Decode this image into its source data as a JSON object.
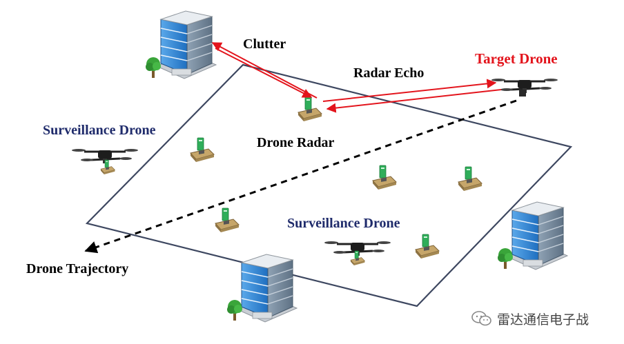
{
  "labels": {
    "clutter": "Clutter",
    "target_drone": "Target Drone",
    "radar_echo": "Radar Echo",
    "drone_radar": "Drone Radar",
    "surveillance_drone_left": "Surveillance Drone",
    "surveillance_drone_center": "Surveillance Drone",
    "drone_trajectory": "Drone Trajectory"
  },
  "watermark": {
    "text": "雷达通信电子战",
    "icon": "wechat-icon"
  },
  "colors": {
    "signal_arrows": "#e3141c",
    "target_label": "#e3141c",
    "surveillance_label": "#1f2b6b",
    "area_outline": "#3d4760",
    "trajectory": "#000000",
    "building_glass": "#3f8fd8",
    "tree": "#3aa53a",
    "radar_board": "#c6a66a",
    "radar_antenna": "#2fae5a"
  },
  "icons": [
    "building-icon",
    "tree-icon",
    "drone-icon",
    "radar-module-icon"
  ]
}
